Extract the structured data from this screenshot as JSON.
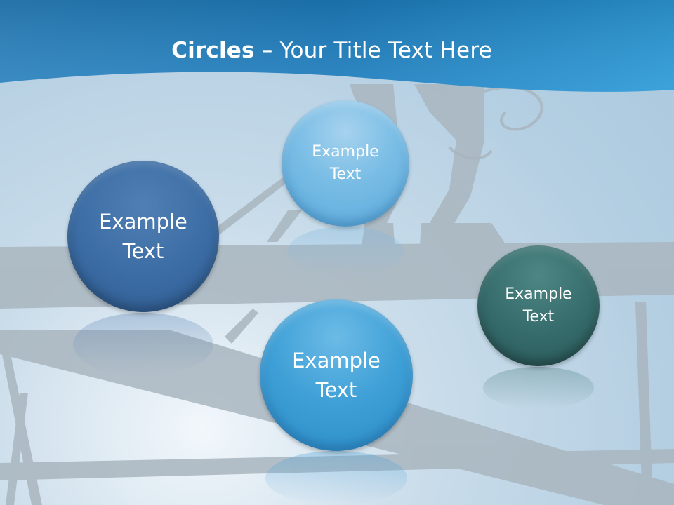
{
  "slide": {
    "title_bold": "Circles",
    "title_rest": " – Your Title Text Here",
    "circles": [
      {
        "label": "Example\nText",
        "color": "#3b6ca4"
      },
      {
        "label": "Example\nText",
        "color": "#79bde5"
      },
      {
        "label": "Example\nText",
        "color": "#3d9fd6"
      },
      {
        "label": "Example\nText",
        "color": "#356b6b"
      }
    ],
    "colors": {
      "header": "#1f88c8",
      "background": "#b4cfe2",
      "silhouette": "#a8b4bc"
    }
  }
}
